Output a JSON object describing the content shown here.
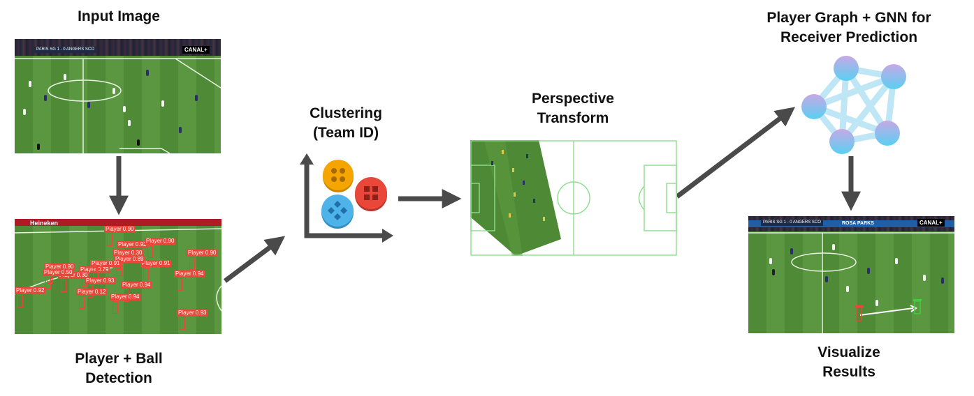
{
  "labels": {
    "input_image": "Input Image",
    "detection": "Player + Ball\nDetection",
    "clustering": "Clustering\n(Team ID)",
    "perspective": "Perspective\nTransform",
    "graph": "Player Graph + GNN for\nReceiver Prediction",
    "visualize": "Visualize\nResults"
  },
  "input_frame": {
    "score": "PARIS SG  1 - 0  ANGERS SCO",
    "broadcaster": "CANAL+"
  },
  "detection_frame": {
    "sponsor": "Heineken",
    "box_label": "Player",
    "detections": [
      {
        "label": "Player 0.90"
      },
      {
        "label": "Player 0.92"
      },
      {
        "label": "Player 0.90"
      },
      {
        "label": "Player 0.90"
      },
      {
        "label": "Player 0.91"
      },
      {
        "label": "Player 0.30"
      },
      {
        "label": "Player 0.89"
      },
      {
        "label": "Player 0.79"
      },
      {
        "label": "Player 0.91"
      },
      {
        "label": "Player 0.30"
      },
      {
        "label": "Player 0.94"
      },
      {
        "label": "Player 0.93"
      },
      {
        "label": "Player 0.94"
      },
      {
        "label": "Player 0.92"
      },
      {
        "label": "Player 0.94"
      },
      {
        "label": "Player 0.93"
      },
      {
        "label": "Player 0.90"
      },
      {
        "label": "Player 0.50"
      },
      {
        "label": "Player 0.12"
      }
    ]
  },
  "result_frame": {
    "score": "PARIS SG  1 - 0  ANGERS SCO",
    "broadcaster": "CANAL+",
    "sponsor": "ROSA PARKS"
  },
  "colors": {
    "arrow": "#4a4a4a",
    "team_a": "#f4a500",
    "team_b": "#e8473a",
    "team_c": "#4db3e8",
    "pitch_line": "#8fdc8f",
    "graph_edge": "#bfe6f5",
    "node_top": "#c7a8e6",
    "node_bottom": "#59d0f2"
  },
  "icons": {
    "clustering": [
      "scatter-axes-icon",
      "team-a-icon",
      "team-b-icon",
      "team-c-icon"
    ],
    "graph": "player-graph-icon"
  }
}
